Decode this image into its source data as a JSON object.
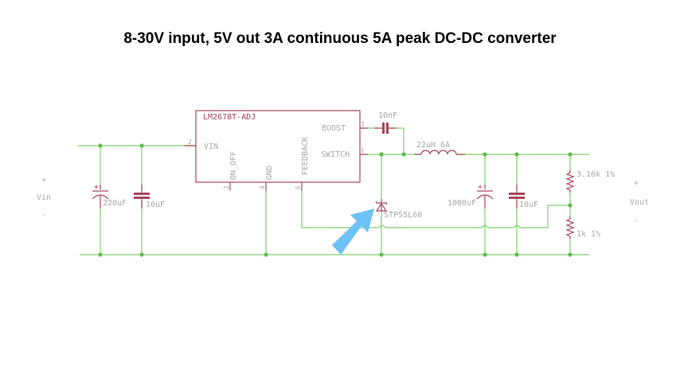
{
  "title": "8-30V input, 5V out 3A continuous 5A peak DC-DC converter",
  "ic": {
    "name": "LM2678T-ADJ",
    "pins": {
      "vin": {
        "label": "VIN",
        "num": "2"
      },
      "on_off": {
        "label": "ON_OFF",
        "num": "2"
      },
      "gnd": {
        "label": "GND",
        "num": "4"
      },
      "feedback": {
        "label": "FEEDBACK",
        "num": "6"
      },
      "boost": {
        "label": "BOOST",
        "num": "3"
      },
      "switch": {
        "label": "SWITCH",
        "num": "1"
      }
    }
  },
  "components": {
    "c_in_bulk": "220uF",
    "c_in_cer": "10uF",
    "c_boost": "10nF",
    "inductor": "22uH 6A",
    "diode": "STPS5L60",
    "c_out_bulk": "1000uF",
    "c_out_cer": "10uF",
    "r_top": "3.16k 1%",
    "r_bottom": "1k 1%"
  },
  "ports": {
    "input": {
      "plus": "+",
      "name": "Vin",
      "minus": "-"
    },
    "output": {
      "plus": "+",
      "name": "Vout",
      "minus": "-"
    }
  },
  "colors": {
    "wire": "#7fcf6f",
    "part": "#a8475c",
    "label": "#a8a8a8",
    "arrow": "#6ec1f5"
  }
}
